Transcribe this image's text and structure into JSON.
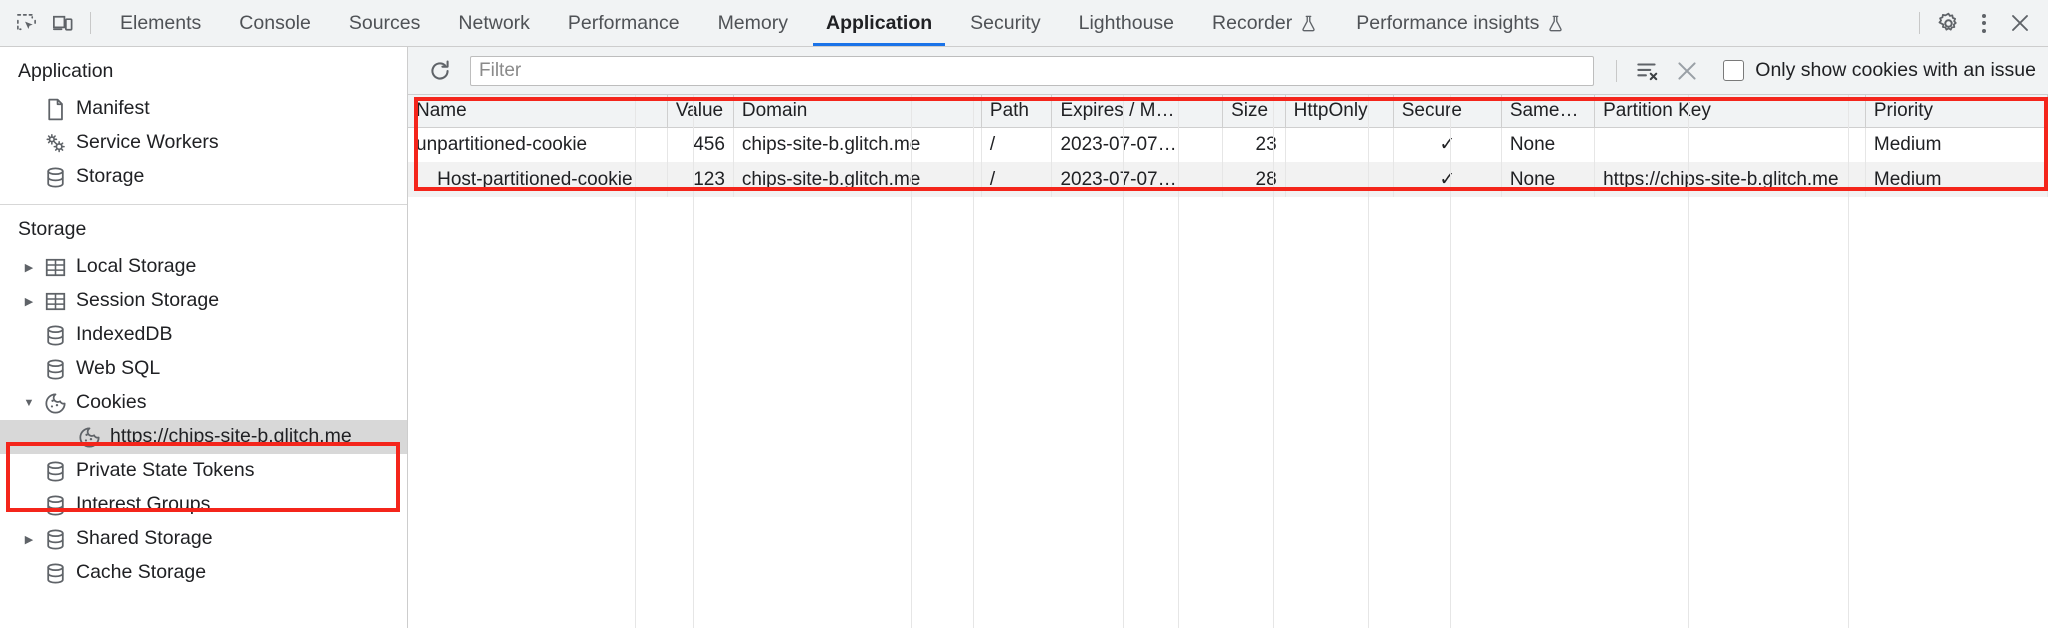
{
  "toolbar": {
    "inspect_icon": "inspect-element-icon",
    "device_icon": "device-toolbar-icon",
    "settings_icon": "gear-icon",
    "more_icon": "kebab-menu-icon",
    "close_icon": "close-icon",
    "tabs": [
      {
        "label": "Elements",
        "active": false,
        "experimental": false
      },
      {
        "label": "Console",
        "active": false,
        "experimental": false
      },
      {
        "label": "Sources",
        "active": false,
        "experimental": false
      },
      {
        "label": "Network",
        "active": false,
        "experimental": false
      },
      {
        "label": "Performance",
        "active": false,
        "experimental": false
      },
      {
        "label": "Memory",
        "active": false,
        "experimental": false
      },
      {
        "label": "Application",
        "active": true,
        "experimental": false
      },
      {
        "label": "Security",
        "active": false,
        "experimental": false
      },
      {
        "label": "Lighthouse",
        "active": false,
        "experimental": false
      },
      {
        "label": "Recorder",
        "active": false,
        "experimental": true
      },
      {
        "label": "Performance insights",
        "active": false,
        "experimental": true
      }
    ]
  },
  "sidebar": {
    "sections": [
      {
        "title": "Application",
        "items": [
          {
            "label": "Manifest",
            "icon": "document-icon",
            "twisty": "none",
            "selected": false,
            "indent": 1
          },
          {
            "label": "Service Workers",
            "icon": "gears-icon",
            "twisty": "none",
            "selected": false,
            "indent": 1
          },
          {
            "label": "Storage",
            "icon": "database-icon",
            "twisty": "none",
            "selected": false,
            "indent": 1
          }
        ]
      },
      {
        "title": "Storage",
        "items": [
          {
            "label": "Local Storage",
            "icon": "table-icon",
            "twisty": "collapsed",
            "selected": false,
            "indent": 1
          },
          {
            "label": "Session Storage",
            "icon": "table-icon",
            "twisty": "collapsed",
            "selected": false,
            "indent": 1
          },
          {
            "label": "IndexedDB",
            "icon": "database-icon",
            "twisty": "none",
            "selected": false,
            "indent": 1
          },
          {
            "label": "Web SQL",
            "icon": "database-icon",
            "twisty": "none",
            "selected": false,
            "indent": 1
          },
          {
            "label": "Cookies",
            "icon": "cookie-icon",
            "twisty": "expanded",
            "selected": false,
            "indent": 1
          },
          {
            "label": "https://chips-site-b.glitch.me",
            "icon": "cookie-icon",
            "twisty": "none",
            "selected": true,
            "indent": 2
          },
          {
            "label": "Private State Tokens",
            "icon": "database-icon",
            "twisty": "none",
            "selected": false,
            "indent": 1
          },
          {
            "label": "Interest Groups",
            "icon": "database-icon",
            "twisty": "none",
            "selected": false,
            "indent": 1
          },
          {
            "label": "Shared Storage",
            "icon": "database-icon",
            "twisty": "collapsed",
            "selected": false,
            "indent": 1
          },
          {
            "label": "Cache Storage",
            "icon": "database-icon",
            "twisty": "none",
            "selected": false,
            "indent": 1
          }
        ]
      }
    ]
  },
  "filter_bar": {
    "refresh_icon": "refresh-icon",
    "filter_placeholder": "Filter",
    "filter_value": "",
    "clear_all_icon": "clear-all-cookies-icon",
    "delete_selected_icon": "delete-selected-cookie-icon",
    "checkbox_label": "Only show cookies with an issue",
    "checkbox_checked": false
  },
  "cookie_table": {
    "columns": [
      "Name",
      "Value",
      "Domain",
      "Path",
      "Expires / M…",
      "Size",
      "HttpOnly",
      "Secure",
      "SameSite",
      "Partition Key",
      "Priority"
    ],
    "rows": [
      {
        "Name": "unpartitioned-cookie",
        "Value": "456",
        "Domain": "chips-site-b.glitch.me",
        "Path": "/",
        "Expires / M…": "2023-07-07…",
        "Size": "23",
        "HttpOnly": "",
        "Secure": "✓",
        "SameSite": "None",
        "Partition Key": "",
        "Priority": "Medium"
      },
      {
        "Name": "__Host-partitioned-cookie",
        "Value": "123",
        "Domain": "chips-site-b.glitch.me",
        "Path": "/",
        "Expires / M…": "2023-07-07…",
        "Size": "28",
        "HttpOnly": "",
        "Secure": "✓",
        "SameSite": "None",
        "Partition Key": "https://chips-site-b.glitch.me",
        "Priority": "Medium"
      }
    ]
  },
  "annotations": {
    "highlight_color": "#f4251b",
    "boxes": [
      {
        "name": "cookies-tree-highlight"
      },
      {
        "name": "cookie-table-highlight"
      }
    ]
  }
}
